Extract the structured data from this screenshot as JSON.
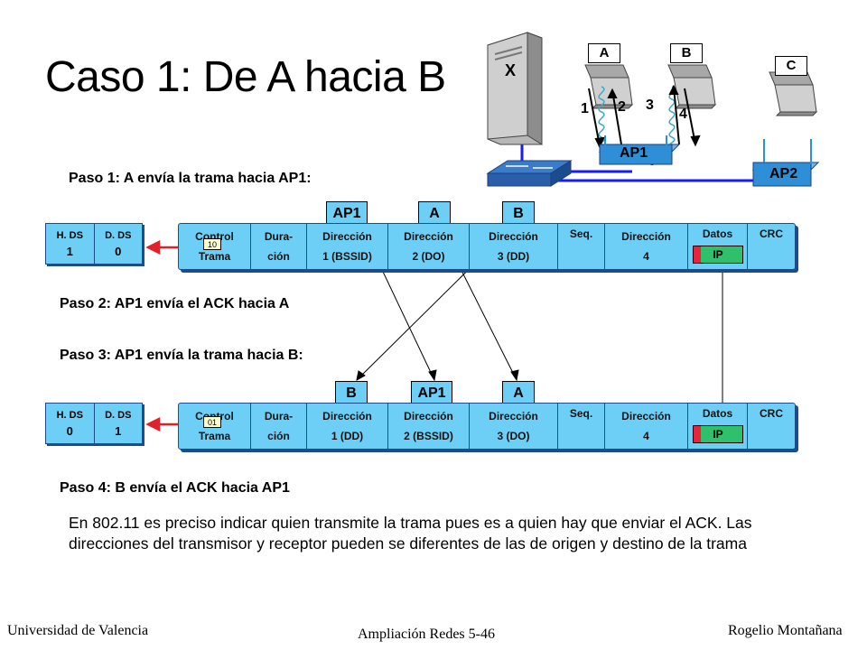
{
  "title": "Caso 1: De A hacia B",
  "steps": {
    "step1": "Paso 1: A envía la trama hacia AP1:",
    "step2": "Paso 2: AP1 envía el ACK hacia A",
    "step3": "Paso 3: AP1 envía la trama hacia B:",
    "step4": "Paso 4: B envía el ACK hacia AP1"
  },
  "note": "En 802.11 es preciso indicar quien transmite la trama pues es a quien hay que enviar el ACK. Las direcciones del transmisor y receptor pueden se diferentes de las de origen y destino de la trama",
  "footer": {
    "left": "Universidad de Valencia",
    "center": "Ampliación Redes 5-46",
    "right": "Rogelio Montañana"
  },
  "topology": {
    "server_label": "X",
    "node_a": "A",
    "node_b": "B",
    "node_c": "C",
    "ap1": "AP1",
    "ap2": "AP2",
    "n1": "1",
    "n2": "2",
    "n3": "3",
    "n4": "4"
  },
  "frame1": {
    "ds_header_h": "H. DS",
    "ds_header_d": "D. DS",
    "ds_h": "1",
    "ds_d": "0",
    "bits": "10",
    "tags": [
      "AP1",
      "A",
      "B"
    ],
    "fields": [
      [
        "Control",
        "Trama"
      ],
      [
        "Dura-",
        "ción"
      ],
      [
        "Dirección",
        "1 (BSSID)"
      ],
      [
        "Dirección",
        "2 (DO)"
      ],
      [
        "Dirección",
        "3 (DD)"
      ],
      [
        "Seq.",
        ""
      ],
      [
        "Dirección",
        "4"
      ],
      [
        "Datos",
        ""
      ],
      [
        "CRC",
        ""
      ]
    ],
    "ip": "IP"
  },
  "frame2": {
    "ds_header_h": "H. DS",
    "ds_header_d": "D. DS",
    "ds_h": "0",
    "ds_d": "1",
    "bits": "01",
    "tags": [
      "B",
      "AP1",
      "A"
    ],
    "fields": [
      [
        "Control",
        "Trama"
      ],
      [
        "Dura-",
        "ción"
      ],
      [
        "Dirección",
        "1 (DD)"
      ],
      [
        "Dirección",
        "2 (BSSID)"
      ],
      [
        "Dirección",
        "3 (DO)"
      ],
      [
        "Seq.",
        ""
      ],
      [
        "Dirección",
        "4"
      ],
      [
        "Datos",
        ""
      ],
      [
        "CRC",
        ""
      ]
    ],
    "ip": "IP"
  },
  "colors": {
    "frame_fill": "#6dcff6",
    "frame_border": "#1b4d8c",
    "ip_fill": "#2ec06a",
    "ip_marker": "#e8233a",
    "arrow_red": "#e0202a",
    "network_line": "#1a1aff"
  }
}
